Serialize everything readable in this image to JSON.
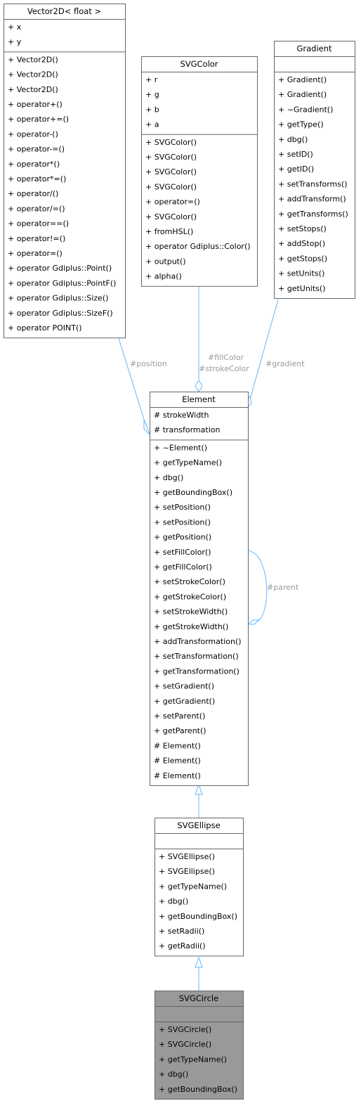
{
  "classes": {
    "vector2d": {
      "title": "Vector2D< float >",
      "attributes": [
        "+ x",
        "+ y"
      ],
      "methods": [
        "+ Vector2D()",
        "+ Vector2D()",
        "+ Vector2D()",
        "+ operator+()",
        "+ operator+=()",
        "+ operator-()",
        "+ operator-=()",
        "+ operator*()",
        "+ operator*=()",
        "+ operator/()",
        "+ operator/=()",
        "+ operator==()",
        "+ operator!=()",
        "+ operator=()",
        "+ operator Gdiplus::Point()",
        "+ operator Gdiplus::PointF()",
        "+ operator Gdiplus::Size()",
        "+ operator Gdiplus::SizeF()",
        "+ operator POINT()"
      ]
    },
    "svgcolor": {
      "title": "SVGColor",
      "attributes": [
        "+ r",
        "+ g",
        "+ b",
        "+ a"
      ],
      "methods": [
        "+ SVGColor()",
        "+ SVGColor()",
        "+ SVGColor()",
        "+ SVGColor()",
        "+ operator=()",
        "+ SVGColor()",
        "+ fromHSL()",
        "+ operator Gdiplus::Color()",
        "+ output()",
        "+ alpha()"
      ]
    },
    "gradient": {
      "title": "Gradient",
      "attributes": [],
      "methods": [
        "+ Gradient()",
        "+ Gradient()",
        "+ ~Gradient()",
        "+ getType()",
        "+ dbg()",
        "+ setID()",
        "+ getID()",
        "+ setTransforms()",
        "+ addTransform()",
        "+ getTransforms()",
        "+ setStops()",
        "+ addStop()",
        "+ getStops()",
        "+ setUnits()",
        "+ getUnits()"
      ]
    },
    "element": {
      "title": "Element",
      "attributes": [
        "# strokeWidth",
        "# transformation"
      ],
      "methods": [
        "+ ~Element()",
        "+ getTypeName()",
        "+ dbg()",
        "+ getBoundingBox()",
        "+ setPosition()",
        "+ setPosition()",
        "+ getPosition()",
        "+ setFillColor()",
        "+ getFillColor()",
        "+ setStrokeColor()",
        "+ getStrokeColor()",
        "+ setStrokeWidth()",
        "+ getStrokeWidth()",
        "+ addTransformation()",
        "+ setTransformation()",
        "+ getTransformation()",
        "+ setGradient()",
        "+ getGradient()",
        "+ setParent()",
        "+ getParent()",
        "# Element()",
        "# Element()",
        "# Element()"
      ]
    },
    "svgellipse": {
      "title": "SVGEllipse",
      "attributes": [],
      "methods": [
        "+ SVGEllipse()",
        "+ SVGEllipse()",
        "+ getTypeName()",
        "+ dbg()",
        "+ getBoundingBox()",
        "+ setRadii()",
        "+ getRadii()"
      ]
    },
    "svgcircle": {
      "title": "SVGCircle",
      "attributes": [],
      "methods": [
        "+ SVGCircle()",
        "+ SVGCircle()",
        "+ getTypeName()",
        "+ dbg()",
        "+ getBoundingBox()"
      ]
    }
  },
  "edge_labels": {
    "position": "#position",
    "fillcolor": "#fillColor",
    "strokecolor": "#strokeColor",
    "gradient": "#gradient",
    "parent": "#parent"
  },
  "colors": {
    "edge": "#63b8ff",
    "highlight": "#999999",
    "border": "#666666",
    "edge_label": "#9a9a9a"
  }
}
